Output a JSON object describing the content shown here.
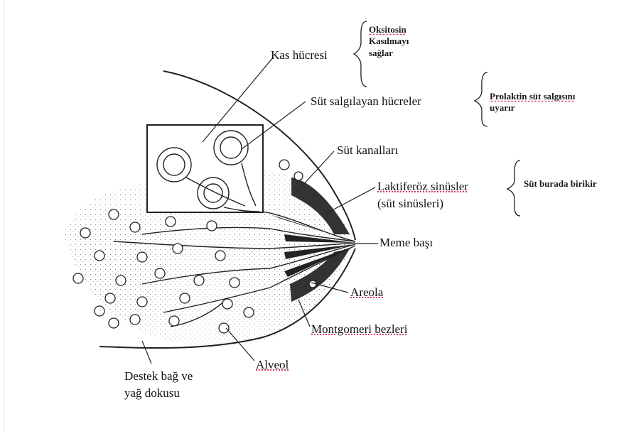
{
  "labels": {
    "kas_hucresi": "Kas hücresi",
    "sut_salgilayan": "Süt salgılayan hücreler",
    "sut_kanallari": "Süt kanalları",
    "laktiferoz_1": "Laktiferöz sinüsler",
    "laktiferoz_2": "(süt sinüsleri)",
    "meme_basi": "Meme başı",
    "areola": "Areola",
    "montgomeri": "Montgomeri bezleri",
    "alveol": "Alveol",
    "destek_1": "Destek bağ ve",
    "destek_2": "yağ dokusu"
  },
  "notes": {
    "oksitosin_1": "Oksitosin",
    "oksitosin_2": "Kasılmayı",
    "oksitosin_3": "sağlar",
    "prolaktin_1": "Prolaktin süt salgısını",
    "prolaktin_2": "uyarır",
    "birikir": "Süt burada birikir"
  }
}
